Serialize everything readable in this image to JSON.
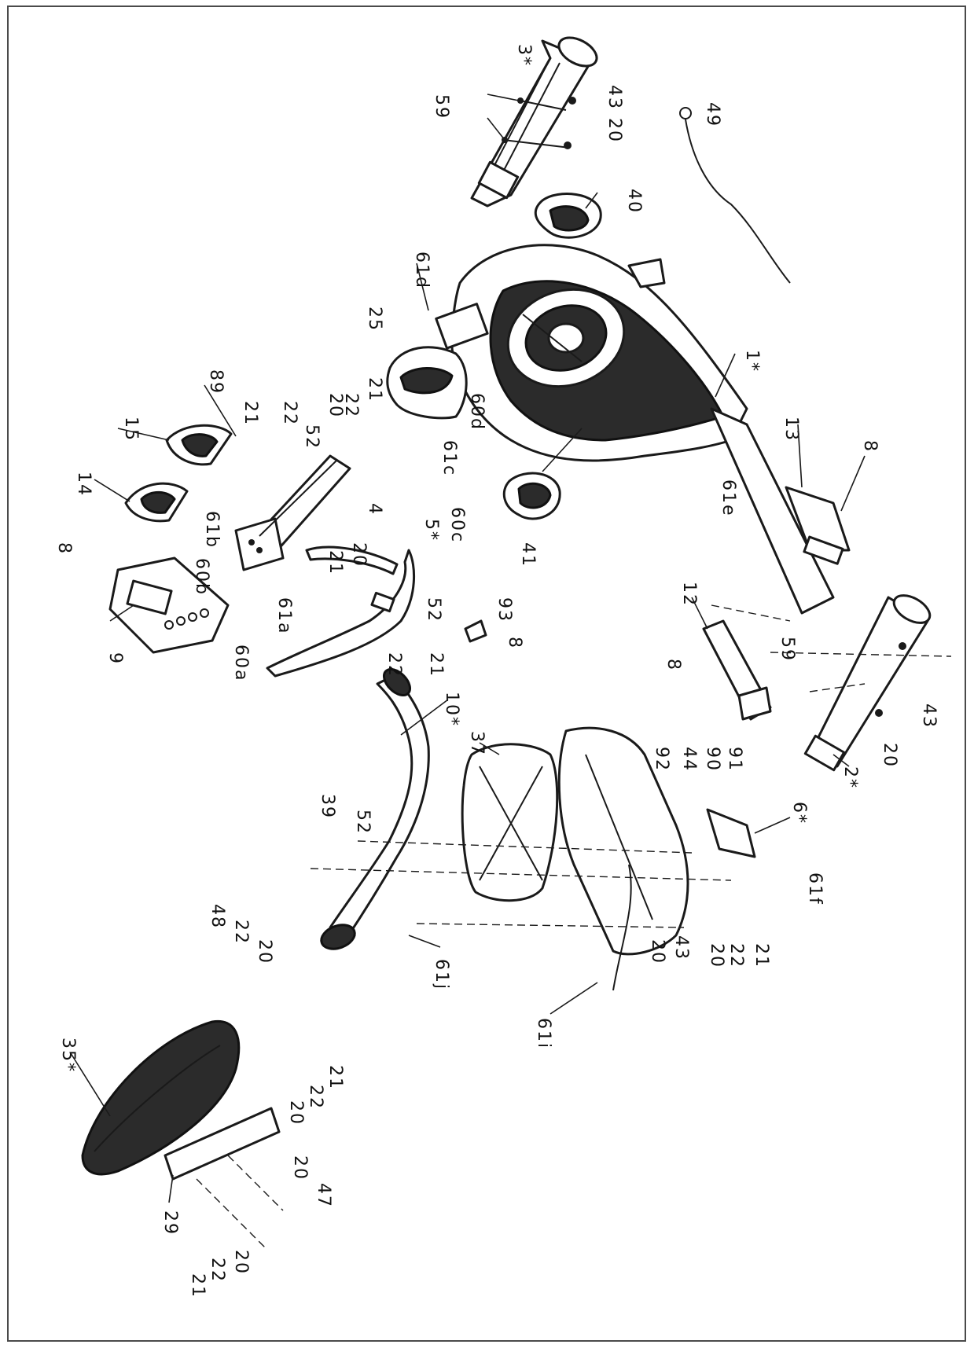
{
  "diagram": {
    "frame_color": "#4a4a4a",
    "line_color": "#1a1a1a",
    "labels": {
      "l_3s": "3*",
      "l_59a": "59",
      "l_43a": "43",
      "l_20a": "20",
      "l_49": "49",
      "l_40": "40",
      "l_61d": "61d",
      "l_25": "25",
      "l_89": "89",
      "l_15": "15",
      "l_21a": "21",
      "l_22a": "22",
      "l_52a": "52",
      "l_20b": "20",
      "l_22b": "22",
      "l_21b": "21",
      "l_60d": "60d",
      "l_1s": "1*",
      "l_14": "14",
      "l_8a": "8",
      "l_61b": "61b",
      "l_60b": "60b",
      "l_4": "4",
      "l_20c": "20",
      "l_21c": "21",
      "l_61c": "61c",
      "l_60c": "60c",
      "l_41": "41",
      "l_13": "13",
      "l_8b": "8",
      "l_9": "9",
      "l_61a": "61a",
      "l_60a": "60a",
      "l_5s": "5*",
      "l_52b": "52",
      "l_22c": "22",
      "l_21d": "21",
      "l_93": "93",
      "l_8c": "8",
      "l_61e": "61e",
      "l_12": "12",
      "l_8d": "8",
      "l_59b": "59",
      "l_43b": "43",
      "l_20d": "20",
      "l_2s": "2*",
      "l_10s": "10*",
      "l_37": "37",
      "l_92": "92",
      "l_44": "44",
      "l_90": "90",
      "l_91": "91",
      "l_6s": "6*",
      "l_61f": "61f",
      "l_39": "39",
      "l_52c": "52",
      "l_61j": "61j",
      "l_20e": "20",
      "l_43c": "43",
      "l_20f": "20",
      "l_22d": "22",
      "l_21e": "21",
      "l_61i": "61i",
      "l_48": "48",
      "l_22e": "22",
      "l_20g": "20",
      "l_35s": "35*",
      "l_21f": "21",
      "l_22f": "22",
      "l_20h": "20",
      "l_20i": "20",
      "l_47": "47",
      "l_29": "29",
      "l_21g": "21",
      "l_22g": "22",
      "l_20j": "20"
    }
  }
}
